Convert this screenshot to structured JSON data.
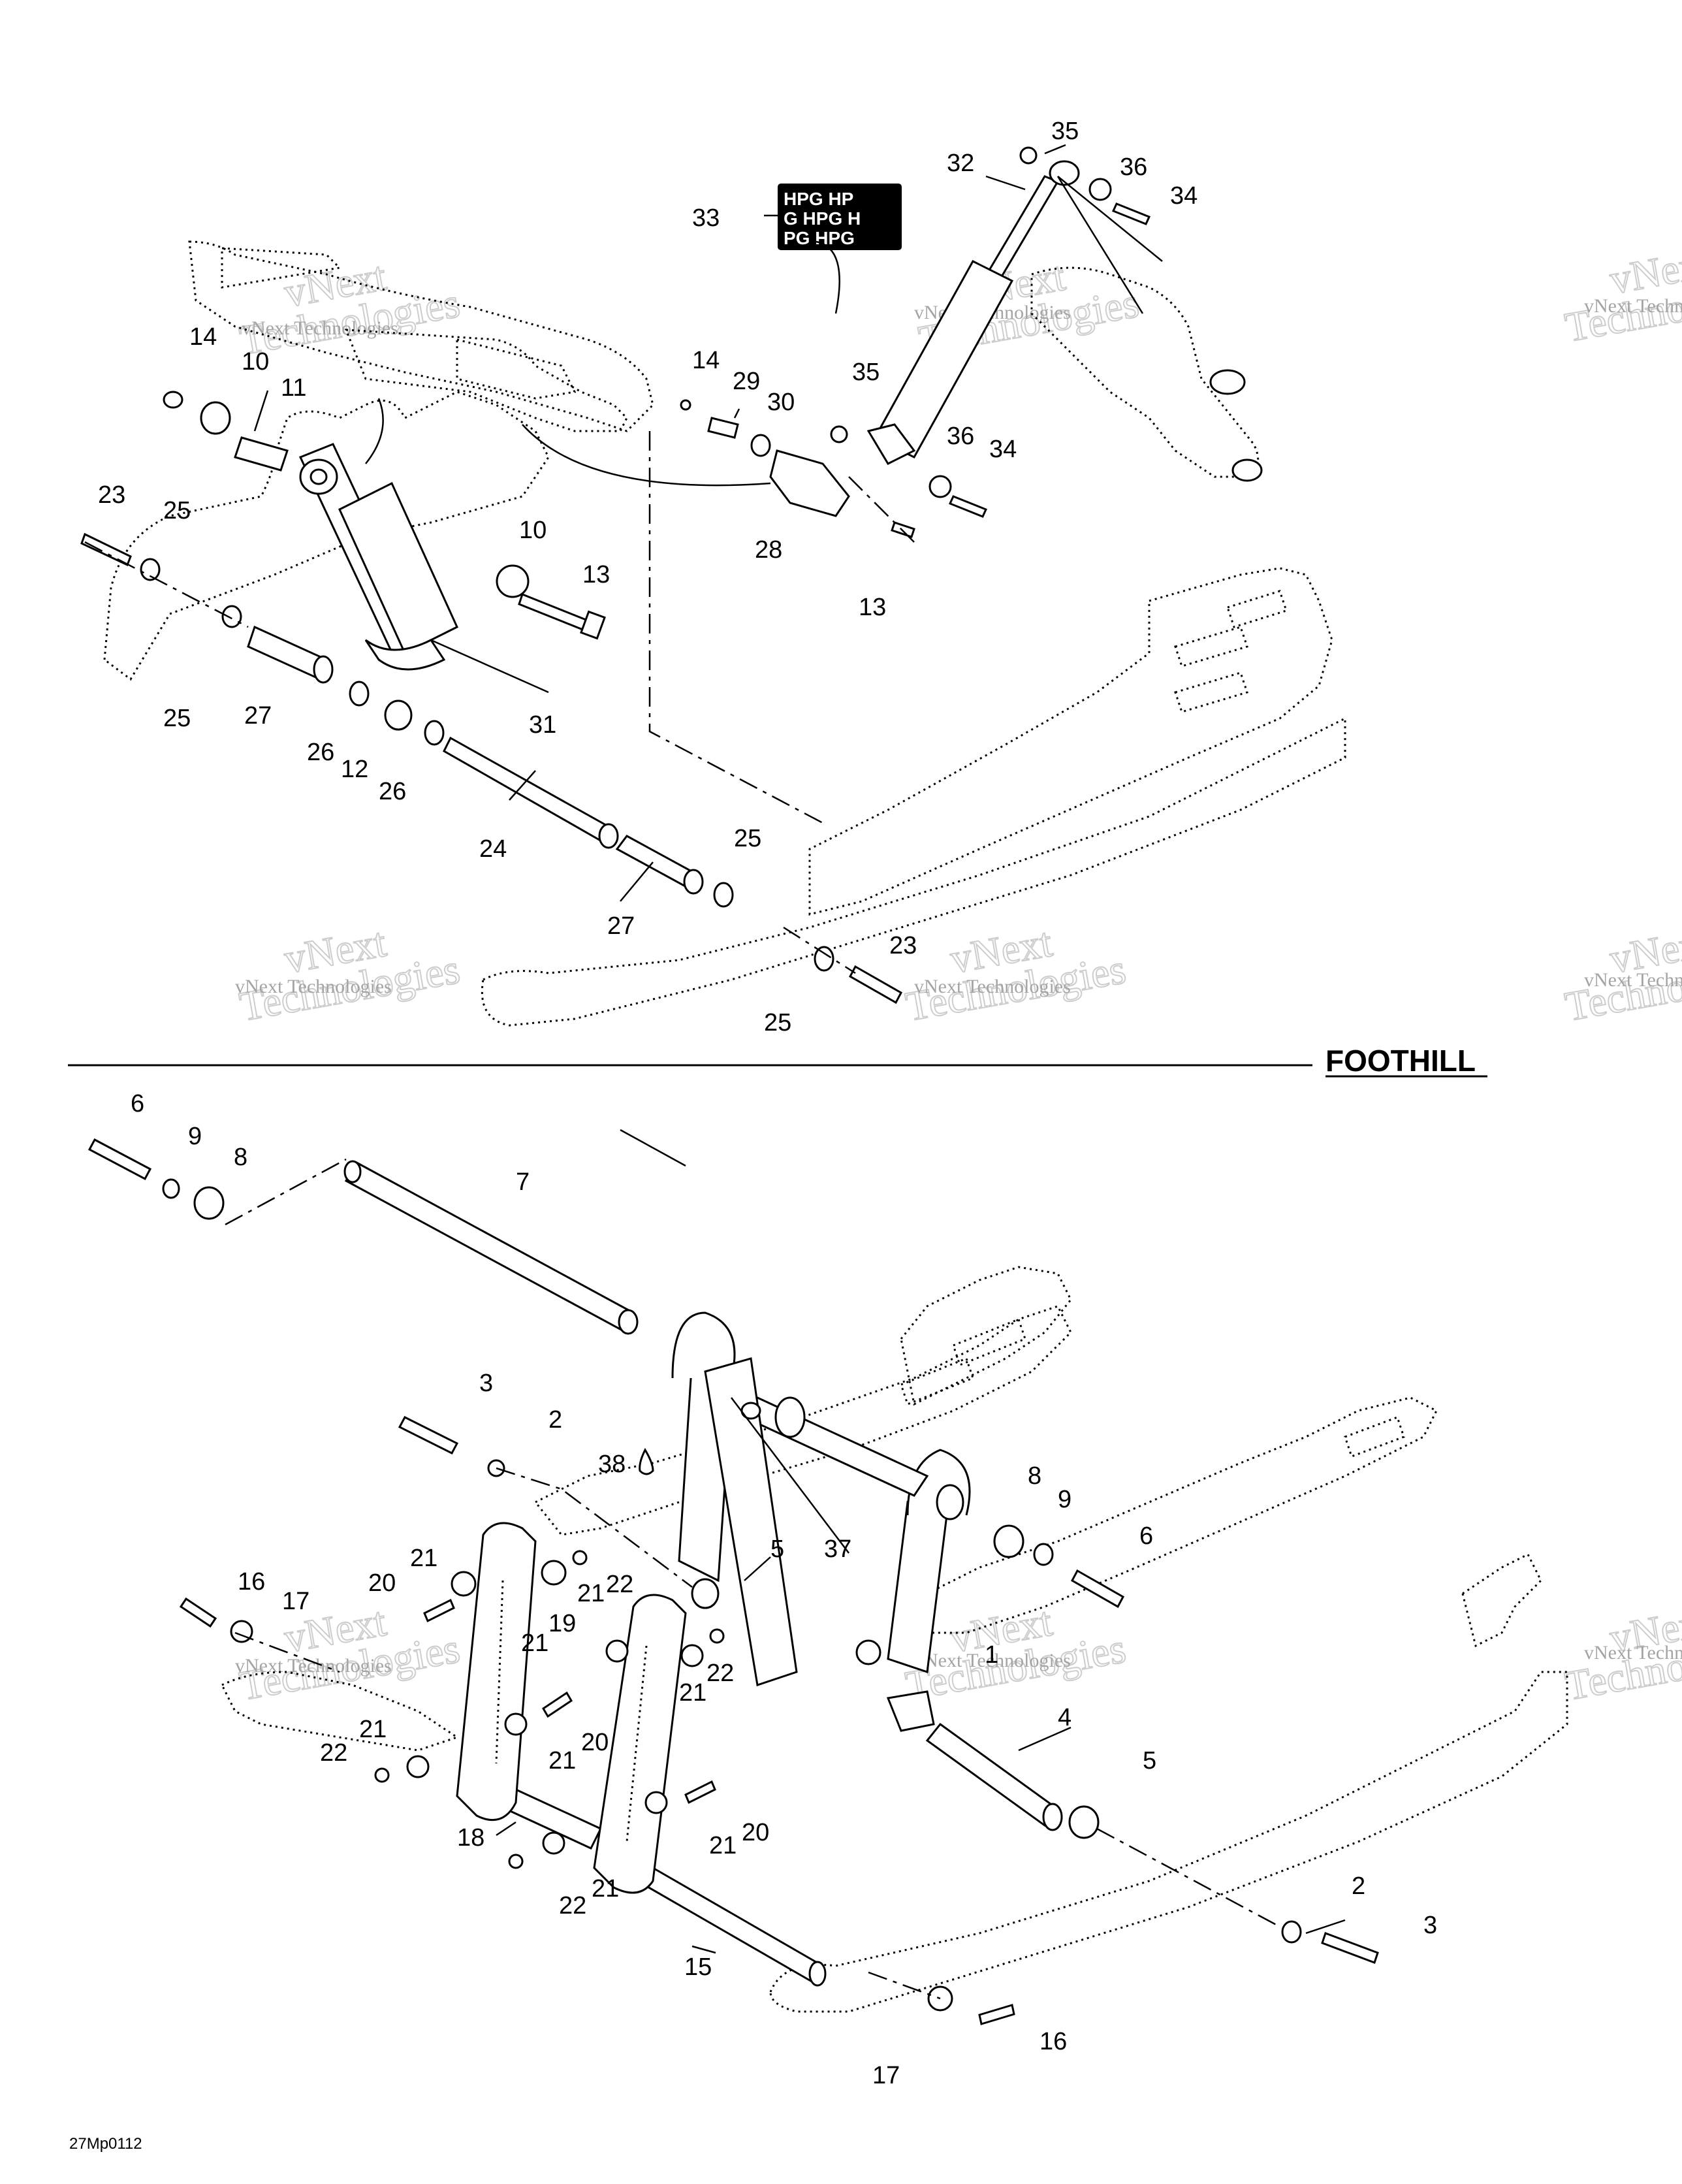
{
  "section_label": "FOOTHILL",
  "figure_code": "27Mp0112",
  "decal_lines": [
    "HPG HP",
    "G HPG H",
    "PG HPG"
  ],
  "watermark": {
    "line1": "vNext",
    "line2": "Technologies",
    "small": "vNext Technologies"
  },
  "callouts": {
    "c35a": "35",
    "c32": "32",
    "c36a": "36",
    "c34a": "34",
    "c33": "33",
    "c14a": "14",
    "c10a": "10",
    "c11": "11",
    "c14b": "14",
    "c29": "29",
    "c30": "30",
    "c35b": "35",
    "c36b": "36",
    "c34b": "34",
    "c23a": "23",
    "c25a": "25",
    "c10b": "10",
    "c13a": "13",
    "c28": "28",
    "c13b": "13",
    "c25b": "25",
    "c27a": "27",
    "c31": "31",
    "c26a": "26",
    "c12": "12",
    "c26b": "26",
    "c24": "24",
    "c25c": "25",
    "c27b": "27",
    "c23b": "23",
    "c25d": "25",
    "c6a": "6",
    "c9a": "9",
    "c8a": "8",
    "c7": "7",
    "c3a": "3",
    "c2a": "2",
    "c38": "38",
    "c8b": "8",
    "c9b": "9",
    "c6b": "6",
    "c37": "37",
    "c5a": "5",
    "c16a": "16",
    "c17a": "17",
    "c21a": "21",
    "c20a": "20",
    "c21b": "21",
    "c22a": "22",
    "c19": "19",
    "c22b": "22",
    "c1": "1",
    "c21c": "21",
    "c21d": "21",
    "c21e": "21",
    "c22c": "22",
    "c21f": "21",
    "c20b": "20",
    "c4": "4",
    "c5b": "5",
    "c18": "18",
    "c21g": "21",
    "c20c": "20",
    "c22d": "22",
    "c21h": "21",
    "c15": "15",
    "c2b": "2",
    "c3b": "3",
    "c16b": "16",
    "c17b": "17"
  }
}
